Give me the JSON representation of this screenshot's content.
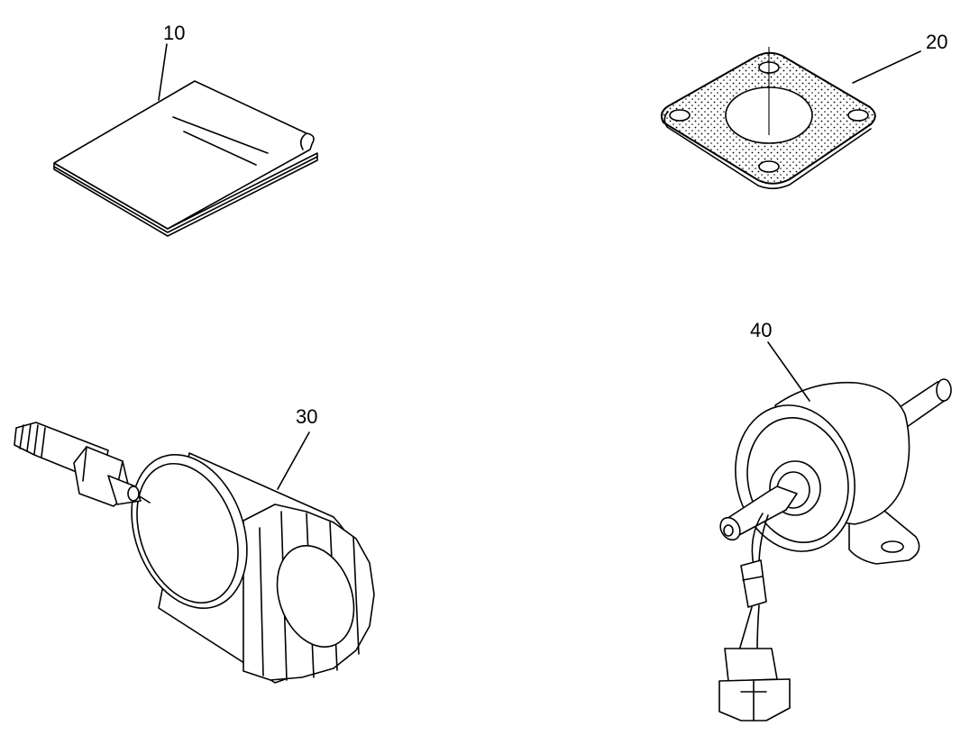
{
  "parts": [
    {
      "id": "part-10",
      "label": "10"
    },
    {
      "id": "part-20",
      "label": "20"
    },
    {
      "id": "part-30",
      "label": "30"
    },
    {
      "id": "part-40",
      "label": "40"
    }
  ]
}
